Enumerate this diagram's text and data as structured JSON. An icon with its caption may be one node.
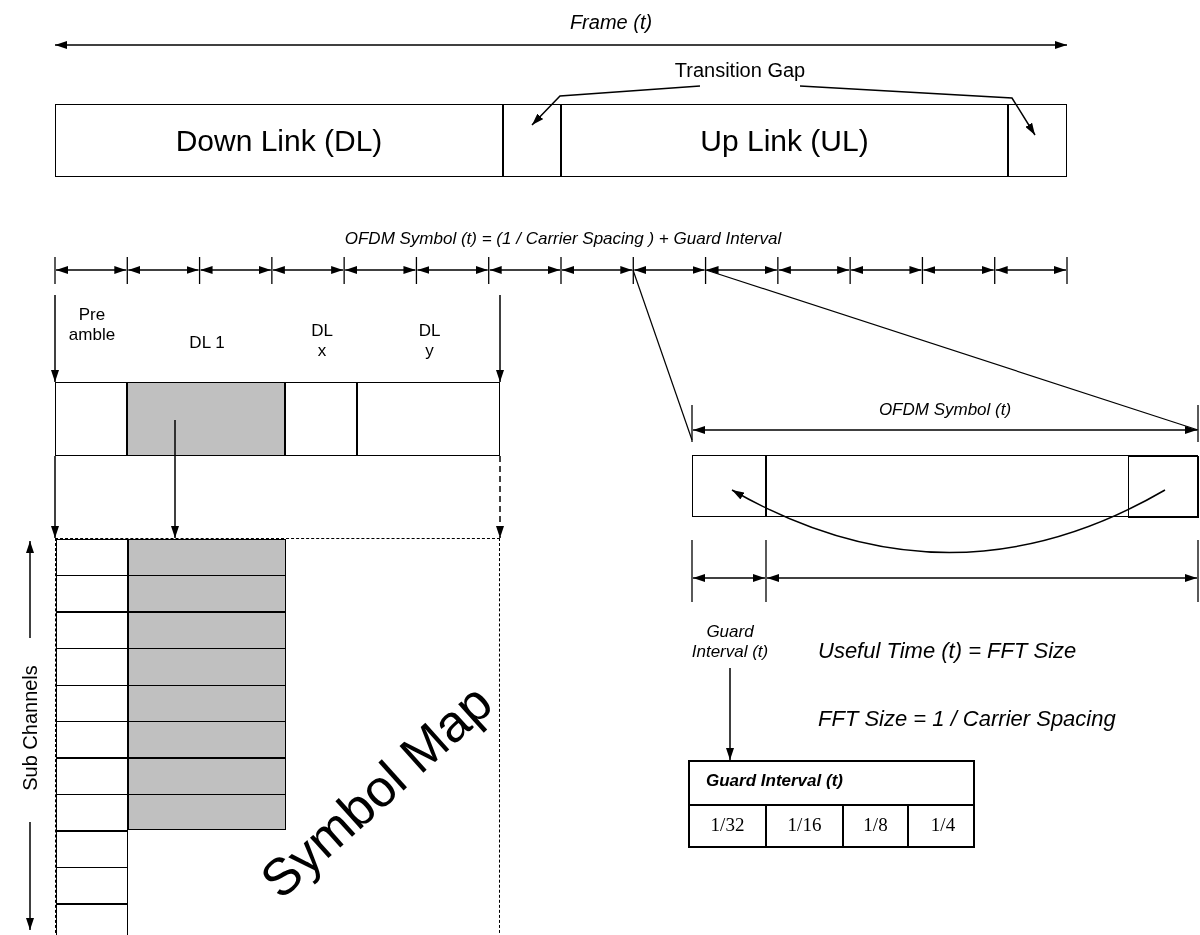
{
  "diagram": {
    "nodes": [
      {
        "text": [
          "Transition Gap"
        ]
      },
      {
        "text": [
          "Down Link (DL)"
        ]
      },
      {
        "text": [],
        "shape": "box"
      },
      {
        "text": [
          "Up Link (UL)"
        ]
      },
      {
        "text": [],
        "shape": "box"
      },
      {
        "text": [
          "Pre amble"
        ]
      },
      {
        "text": [
          "DL 1"
        ]
      },
      {
        "text": [
          "DL x"
        ]
      },
      {
        "text": [
          "DL y"
        ]
      },
      {
        "text": [
          "Symbol Map"
        ]
      },
      {
        "text": [],
        "shape": "box",
        "in": 9
      },
      {
        "text": [],
        "shape": "box",
        "in": 9
      },
      {
        "text": [],
        "shape": "box"
      },
      {
        "text": [],
        "shape": "box"
      },
      {
        "text": [],
        "shape": "box",
        "in": 13
      },
      {
        "text": [
          "Guard Interval (t)"
        ]
      },
      {
        "text": [
          "Guard Interval (t)",
          "1/32",
          "1/16",
          "1/8",
          "1/4"
        ]
      }
    ],
    "edges": [
      {
        "from": 0,
        "to": 2,
        "arrow": "to"
      },
      {
        "from": 0,
        "to": 4,
        "arrow": "to"
      },
      {
        "from": null,
        "to": 5,
        "arrow": "to"
      },
      {
        "from": null,
        "to": 8,
        "arrow": "to"
      },
      {
        "from": 6,
        "to": 11,
        "arrow": "to"
      },
      {
        "from": 5,
        "to": 10,
        "arrow": "to"
      },
      {
        "from": 8,
        "to": 9,
        "arrow": "to",
        "style": "dashed"
      },
      {
        "from": 14,
        "to": 12,
        "arrow": "to"
      },
      {
        "from": 15,
        "to": 16,
        "arrow": "to"
      }
    ],
    "labels": [
      "Frame (t)",
      "OFDM Symbol (t) = (1 / Carrier Spacing ) + Guard Interval",
      "OFDM Symbol (t)",
      "Sub Channels",
      "Useful Time (t) = FFT Size",
      "FFT Size = 1 / Carrier Spacing"
    ]
  }
}
